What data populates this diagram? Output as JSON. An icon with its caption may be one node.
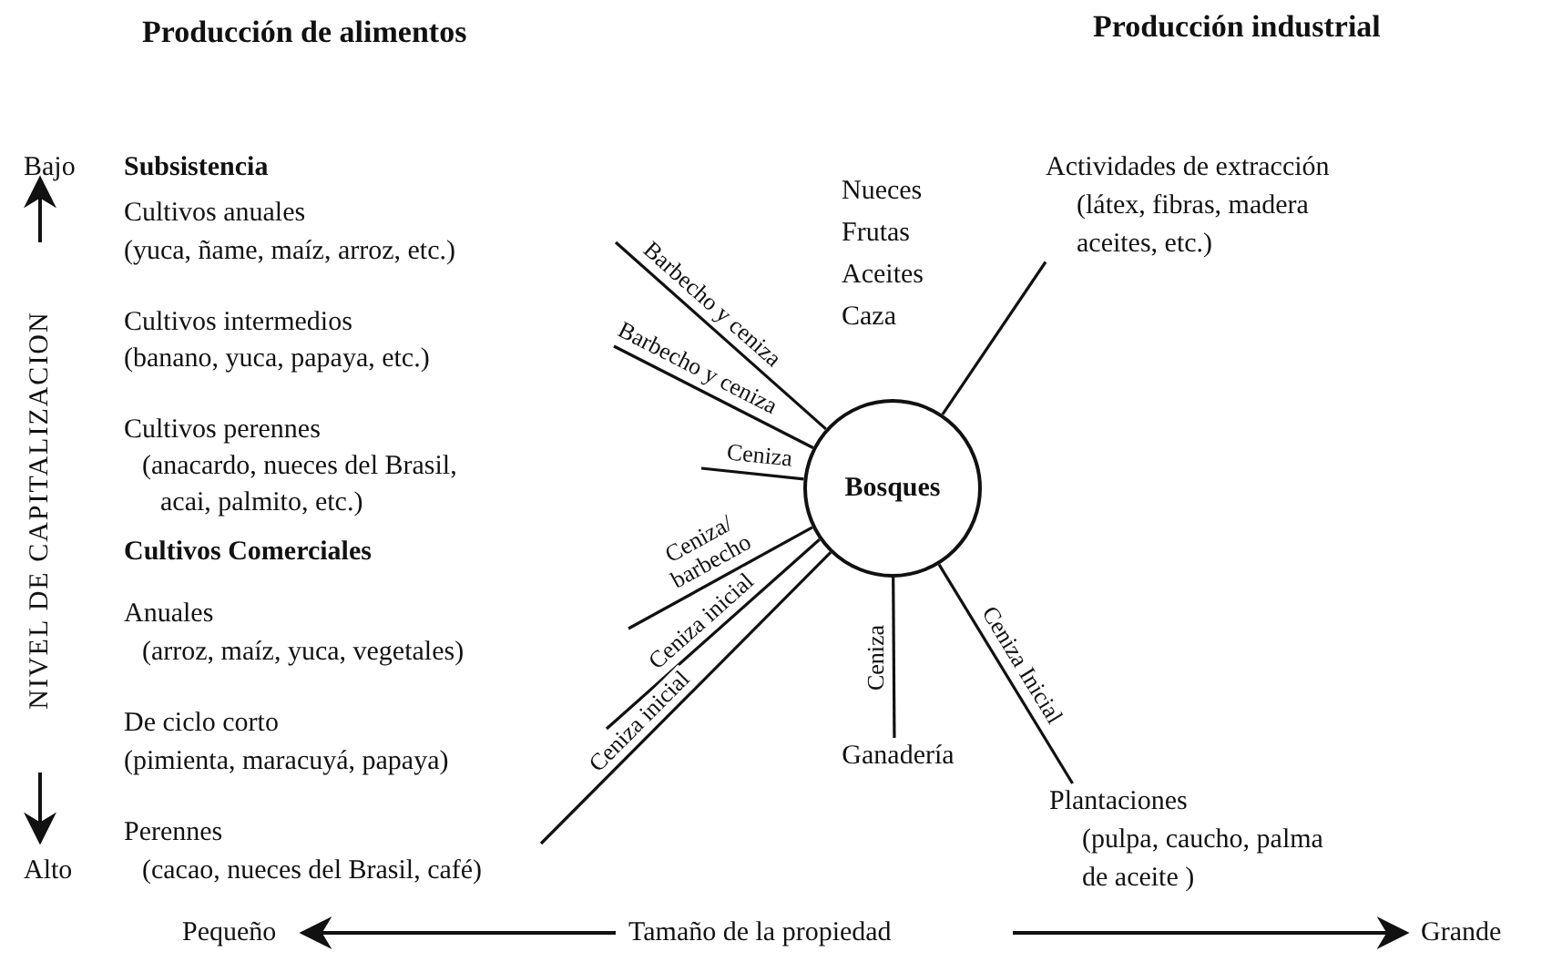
{
  "diagram": {
    "nodes": [
      {
        "text": [
          "Bosques"
        ]
      },
      {
        "text": [
          "Actividades de extracción",
          "(látex, fibras, madera aceites, etc.)"
        ]
      },
      {
        "text": [
          "Ganadería"
        ]
      },
      {
        "text": [
          "Plantaciones",
          "(pulpa, caucho, palma de aceite )"
        ]
      }
    ],
    "edges": [
      {
        "from": 0,
        "to": null,
        "arrow": "none",
        "label": "Barbecho y ceniza"
      },
      {
        "from": 0,
        "to": null,
        "arrow": "none",
        "label": "Barbecho y ceniza"
      },
      {
        "from": 0,
        "to": null,
        "arrow": "none",
        "label": "Ceniza"
      },
      {
        "from": 0,
        "to": null,
        "arrow": "none",
        "label": "Ceniza/ barbecho"
      },
      {
        "from": 0,
        "to": null,
        "arrow": "none",
        "label": "Ceniza inicial"
      },
      {
        "from": 0,
        "to": null,
        "arrow": "none",
        "label": "Ceniza inicial"
      },
      {
        "from": 0,
        "to": 1,
        "arrow": "none"
      },
      {
        "from": 0,
        "to": 2,
        "arrow": "none",
        "label": "Ceniza"
      },
      {
        "from": 0,
        "to": 3,
        "arrow": "none",
        "label": "Ceniza Inicial"
      }
    ],
    "labels": [
      "Producción de alimentos",
      "Producción industrial",
      "Bajo",
      "Subsistencia",
      "Nueces",
      "Frutas",
      "Aceites",
      "Caza",
      "Cultivos anuales",
      "(yuca, ñame, maíz, arroz, etc.)",
      "NIVEL DE CAPITALIZACION",
      "Cultivos intermedios",
      "(banano, yuca, papaya, etc.)",
      "Cultivos perennes",
      "(anacardo, nueces del Brasil, acai, palmito, etc.)",
      "Cultivos Comerciales",
      "Anuales",
      "(arroz, maíz, yuca, vegetales)",
      "De ciclo corto",
      "(pimienta, maracuyá, papaya)",
      "Perennes",
      "Alto",
      "(cacao, nueces del Brasil, café)",
      "Pequeño",
      "Tamaño de la propiedad",
      "Grande"
    ]
  }
}
